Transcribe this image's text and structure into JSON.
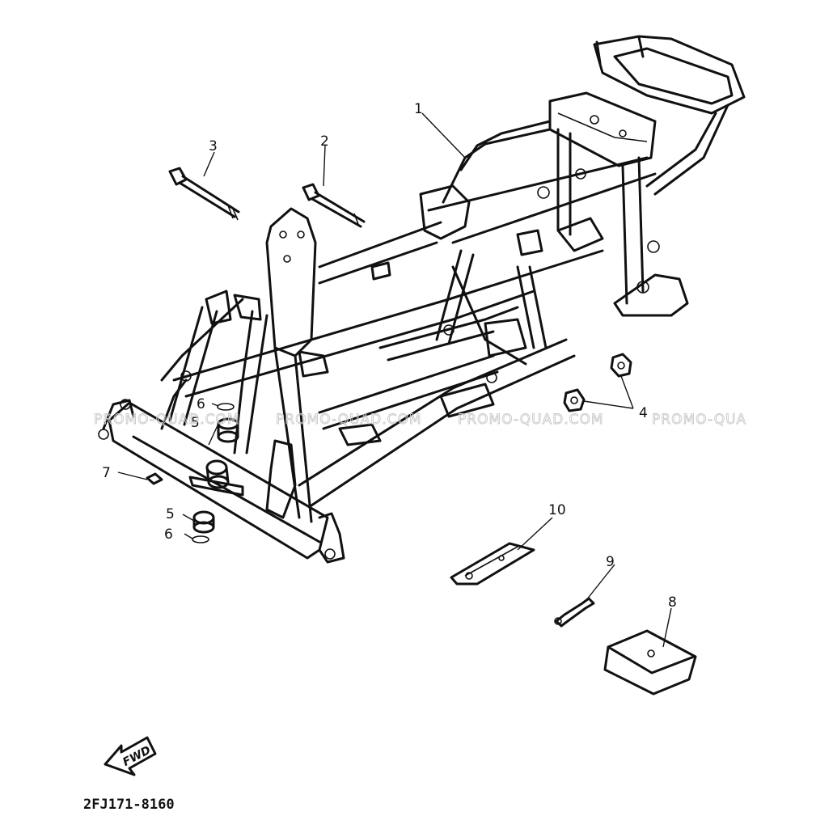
{
  "callouts": [
    {
      "id": "1",
      "label": "1"
    },
    {
      "id": "2",
      "label": "2"
    },
    {
      "id": "3",
      "label": "3"
    },
    {
      "id": "4",
      "label": "4"
    },
    {
      "id": "5a",
      "label": "5"
    },
    {
      "id": "5b",
      "label": "5"
    },
    {
      "id": "6a",
      "label": "6"
    },
    {
      "id": "6b",
      "label": "6"
    },
    {
      "id": "7",
      "label": "7"
    },
    {
      "id": "8",
      "label": "8"
    },
    {
      "id": "9",
      "label": "9"
    },
    {
      "id": "10",
      "label": "10"
    }
  ],
  "watermark": [
    "PROMO-QUAD.COM",
    "PROMO-QUAD.COM",
    "PROMO-QUAD.COM",
    "PROMO-QUA"
  ],
  "forward_arrow": {
    "label": "FWD"
  },
  "diagram_code": "2FJ171-8160"
}
